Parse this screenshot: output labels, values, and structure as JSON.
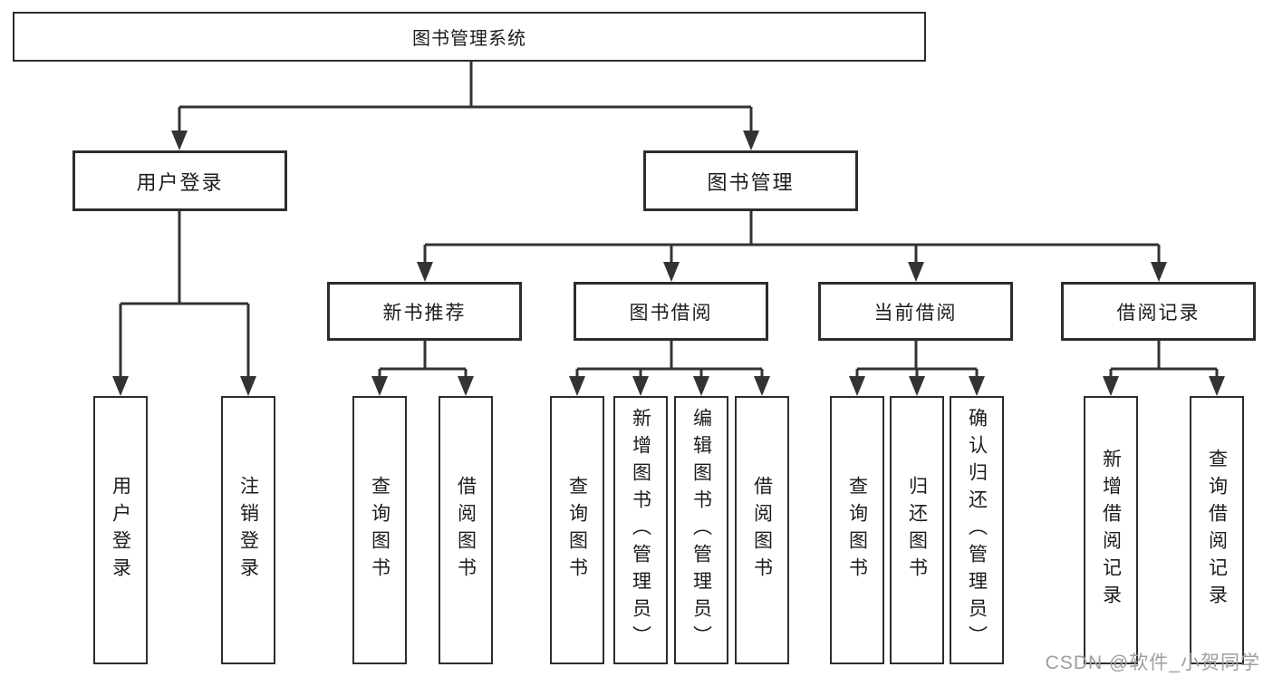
{
  "tree": {
    "label": "图书管理系统",
    "children": [
      {
        "label": "用户登录",
        "children": [
          {
            "label": "用户登录"
          },
          {
            "label": "注销登录"
          }
        ]
      },
      {
        "label": "图书管理",
        "children": [
          {
            "label": "新书推荐",
            "children": [
              {
                "label": "查询图书"
              },
              {
                "label": "借阅图书"
              }
            ]
          },
          {
            "label": "图书借阅",
            "children": [
              {
                "label": "查询图书"
              },
              {
                "label": "新增图书（管理员）"
              },
              {
                "label": "编辑图书（管理员）"
              },
              {
                "label": "借阅图书"
              }
            ]
          },
          {
            "label": "当前借阅",
            "children": [
              {
                "label": "查询图书"
              },
              {
                "label": "归还图书"
              },
              {
                "label": "确认归还（管理员）"
              }
            ]
          },
          {
            "label": "借阅记录",
            "children": [
              {
                "label": "新增借阅记录"
              },
              {
                "label": "查询借阅记录"
              }
            ]
          }
        ]
      }
    ]
  },
  "watermark": {
    "text": "CSDN @软件_小贺同学"
  },
  "colors": {
    "line": "#333333",
    "border": "#2d2d2d",
    "text": "#1c1c1c",
    "watermark": "#9e9e9e",
    "background": "#ffffff"
  }
}
